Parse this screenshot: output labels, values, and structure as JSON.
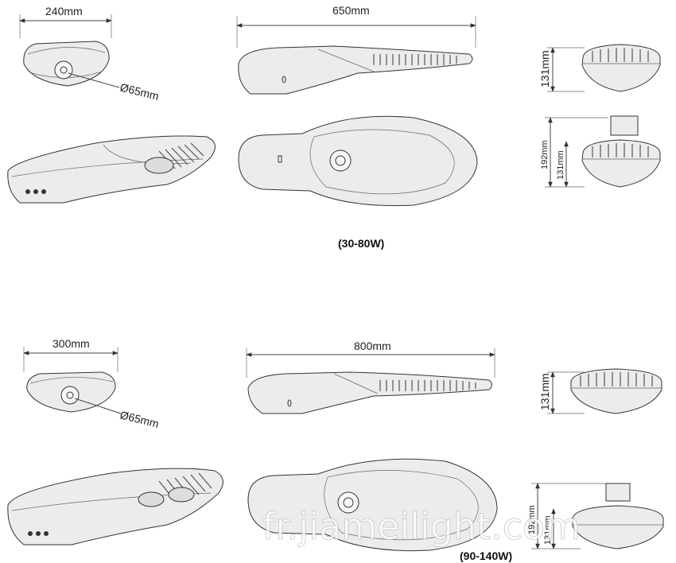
{
  "top_group": {
    "width_label": "240mm",
    "length_label": "650mm",
    "diameter_label": "Ø65mm",
    "height_label": "131mm",
    "total_height_label": "192mm",
    "inner_height_label": "131mm",
    "wattage_label": "(30-80W)"
  },
  "bottom_group": {
    "width_label": "300mm",
    "length_label": "800mm",
    "diameter_label": "Ø65mm",
    "height_label": "131mm",
    "total_height_label": "192mm",
    "inner_height_label": "131mm",
    "wattage_label": "(90-140W)"
  },
  "watermark": "fr.jiameilight.com"
}
